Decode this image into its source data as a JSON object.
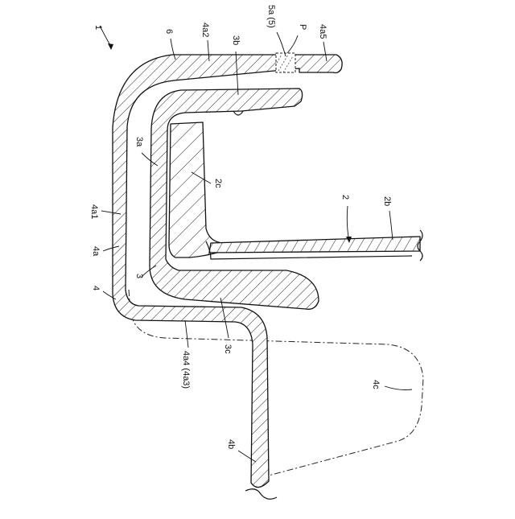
{
  "figure": {
    "labels": {
      "l1": "1",
      "l6": "6",
      "l4a2": "4a2",
      "l3b": "3b",
      "l5a": "5a (5)",
      "lP": "P",
      "l4a5": "4a5",
      "l3a": "3a",
      "l2c": "2c",
      "l4a1": "4a1",
      "l4a": "4a",
      "l3": "3",
      "l4": "4",
      "l2": "2",
      "l2b": "2b",
      "l4a4": "4a4 (4a3)",
      "l3c": "3c",
      "l4c": "4c",
      "l4b": "4b"
    }
  }
}
